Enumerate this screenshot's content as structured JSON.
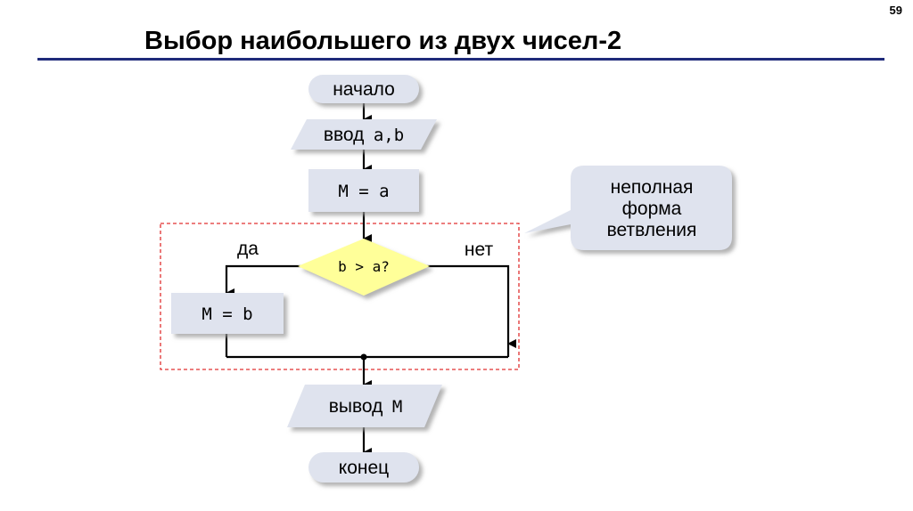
{
  "slide": {
    "page_number": "59",
    "title": "Выбор наибольшего из двух чисел-2"
  },
  "flowchart": {
    "start": "начало",
    "input": {
      "word": "ввод",
      "vars": "a,b"
    },
    "assign_a": "M = a",
    "condition": "b > a?",
    "yes_label": "да",
    "no_label": "нет",
    "assign_b": "M = b",
    "output": {
      "word": "вывод",
      "vars": "M"
    },
    "end": "конец"
  },
  "callout": {
    "line1": "неполная",
    "line2": "форма",
    "line3": "ветвления"
  },
  "colors": {
    "block_fill": "#dfe3ee",
    "decision_fill": "#ffff99",
    "title_rule": "#1f2a7a",
    "frame_dash": "#e03030",
    "shadow": "#b8b8b8"
  }
}
